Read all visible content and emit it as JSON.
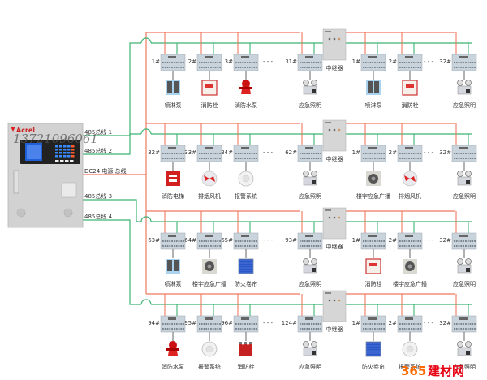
{
  "colors": {
    "comm_bus": "#3cb371",
    "power_bus": "#f07860",
    "module_body": "#c9d3dc",
    "repeater_body": "#d6d6d6",
    "panel_body": "#d2d2d2",
    "screen_bg": "#1f5fd6",
    "watermark_orange": "#ff6a00",
    "watermark_red": "#e60012"
  },
  "controller": {
    "brand": "Acrel",
    "watermark_phone": "13721096061",
    "bus_labels": [
      "485总线 1",
      "485总线 2",
      "DC24 电源 总线",
      "485总线 3",
      "485总线 4"
    ]
  },
  "repeater_label": "中继器",
  "rows": [
    {
      "left": [
        {
          "id": "1#",
          "device": "喷淋泵",
          "icon": "sprinkler-pump"
        },
        {
          "id": "2#",
          "device": "消防栓",
          "icon": "fire-hydrant-box"
        },
        {
          "id": "3#",
          "device": "消防水泵",
          "icon": "fire-water-pump"
        },
        {
          "id": "31#",
          "device": "应急照明",
          "icon": "emergency-light"
        }
      ],
      "right": [
        {
          "id": "1#",
          "device": "喷淋泵",
          "icon": "sprinkler-pump"
        },
        {
          "id": "2#",
          "device": "消防栓",
          "icon": "fire-hydrant-box"
        },
        {
          "id": "32#",
          "device": "应急照明",
          "icon": "emergency-light"
        }
      ]
    },
    {
      "left": [
        {
          "id": "32#",
          "device": "消防电梯",
          "icon": "fire-elevator"
        },
        {
          "id": "33#",
          "device": "排烟风机",
          "icon": "smoke-exhaust-fan"
        },
        {
          "id": "34#",
          "device": "报警系统",
          "icon": "alarm-detector"
        },
        {
          "id": "62#",
          "device": "应急照明",
          "icon": "emergency-light"
        }
      ],
      "right": [
        {
          "id": "1#",
          "device": "楼宇应急广播",
          "icon": "broadcast-speaker"
        },
        {
          "id": "2#",
          "device": "排烟风机",
          "icon": "smoke-exhaust-fan"
        },
        {
          "id": "32#",
          "device": "应急照明",
          "icon": "emergency-light"
        }
      ]
    },
    {
      "left": [
        {
          "id": "63#",
          "device": "喷淋泵",
          "icon": "sprinkler-pump"
        },
        {
          "id": "64#",
          "device": "楼宇应急广播",
          "icon": "broadcast-speaker"
        },
        {
          "id": "65#",
          "device": "防火卷帘",
          "icon": "fire-shutter"
        },
        {
          "id": "93#",
          "device": "应急照明",
          "icon": "emergency-light"
        }
      ],
      "right": [
        {
          "id": "1#",
          "device": "消防栓",
          "icon": "fire-hydrant-box"
        },
        {
          "id": "2#",
          "device": "楼宇应急广播",
          "icon": "broadcast-speaker"
        },
        {
          "id": "32#",
          "device": "应急照明",
          "icon": "emergency-light"
        }
      ]
    },
    {
      "left": [
        {
          "id": "94#",
          "device": "消防水泵",
          "icon": "fire-water-pump"
        },
        {
          "id": "95#",
          "device": "报警系统",
          "icon": "alarm-detector"
        },
        {
          "id": "96#",
          "device": "消防栓",
          "icon": "gas-cylinders"
        },
        {
          "id": "124#",
          "device": "应急照明",
          "icon": "emergency-light"
        }
      ],
      "right": [
        {
          "id": "1#",
          "device": "防火卷帘",
          "icon": "fire-shutter"
        },
        {
          "id": "2#",
          "device": "报警系统",
          "icon": "alarm-detector"
        },
        {
          "id": "32#",
          "device": "应急照明",
          "icon": "emergency-light"
        }
      ]
    }
  ],
  "ellipsis": "- - -",
  "site_watermark": {
    "number": "365",
    "text": "建材网"
  }
}
